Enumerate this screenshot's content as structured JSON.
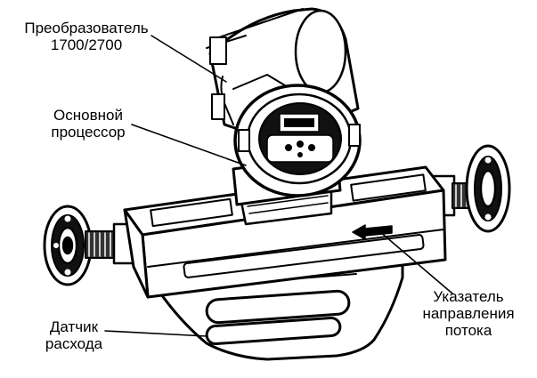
{
  "labels": {
    "transmitter": [
      "Преобразователь",
      "1700/2700"
    ],
    "core_processor": [
      "Основной",
      "процессор"
    ],
    "flow_direction": [
      "Указатель",
      "направления",
      "потока"
    ],
    "sensor": [
      "Датчик",
      "расхода"
    ]
  },
  "colors": {
    "ink": "#000000",
    "background": "#ffffff"
  }
}
